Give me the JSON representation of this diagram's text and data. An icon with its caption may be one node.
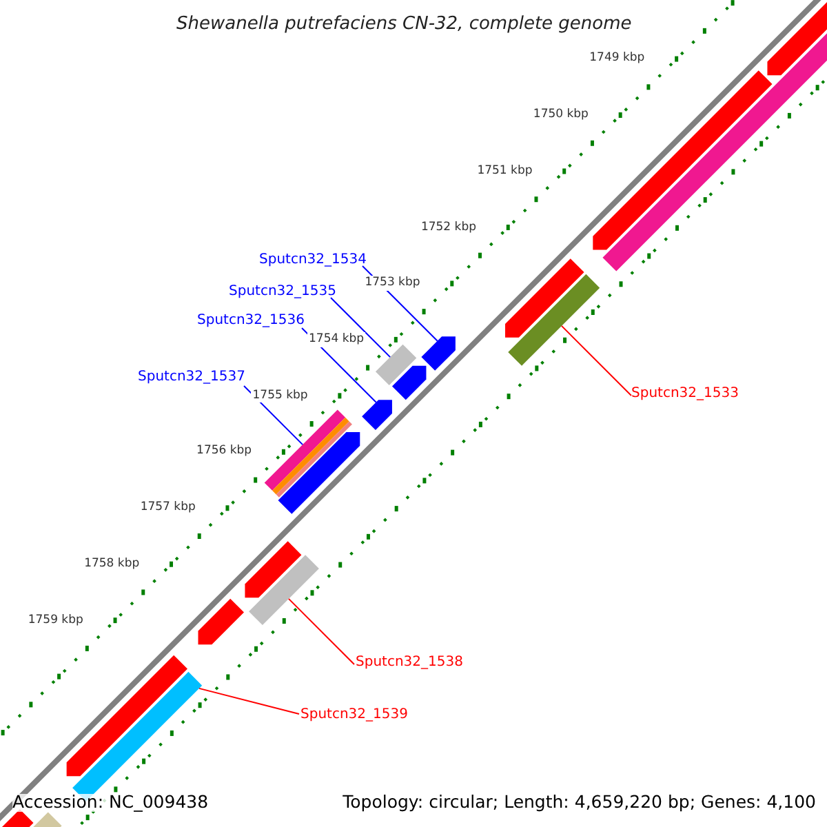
{
  "diagram": {
    "title": "Shewanella putrefaciens CN-32, complete genome",
    "nodes": [
      {
        "text": [
          "Sputcn32_1534"
        ]
      },
      {
        "text": [
          "Sputcn32_1535"
        ]
      },
      {
        "text": [
          "Sputcn32_1536"
        ]
      },
      {
        "text": [
          "Sputcn32_1537"
        ]
      },
      {
        "text": [
          "Sputcn32_1533"
        ]
      },
      {
        "text": [
          "Sputcn32_1538"
        ]
      },
      {
        "text": [
          "Sputcn32_1539"
        ]
      },
      {
        "text": [],
        "shape": "bar"
      },
      {
        "text": [],
        "shape": "bar"
      },
      {
        "text": [],
        "shape": "bar"
      },
      {
        "text": [],
        "shape": "bar"
      },
      {
        "text": [],
        "shape": "bar"
      },
      {
        "text": [],
        "shape": "bar"
      },
      {
        "text": [],
        "shape": "bar"
      },
      {
        "text": [],
        "shape": "bar"
      },
      {
        "text": [],
        "shape": "bar"
      },
      {
        "text": [],
        "shape": "bar"
      },
      {
        "text": [],
        "shape": "bar"
      },
      {
        "text": [],
        "shape": "bar"
      },
      {
        "text": [],
        "shape": "bar"
      },
      {
        "text": [],
        "shape": "bar"
      },
      {
        "text": [],
        "shape": "bar"
      },
      {
        "text": [],
        "shape": "bar"
      },
      {
        "text": [],
        "shape": "bar"
      },
      {
        "text": [],
        "shape": "bar"
      }
    ],
    "edges": [
      {
        "from": 0,
        "to": 12,
        "arrow": "none"
      },
      {
        "from": 1,
        "to": 13,
        "arrow": "none"
      },
      {
        "from": 2,
        "to": 15,
        "arrow": "none"
      },
      {
        "from": 3,
        "to": 16,
        "arrow": "none"
      },
      {
        "from": 4,
        "to": 11,
        "arrow": "none",
        "color": "#ff0000"
      },
      {
        "from": 5,
        "to": 18,
        "arrow": "none",
        "color": "#ff0000"
      },
      {
        "from": 6,
        "to": 21,
        "arrow": "none",
        "color": "#ff0000"
      }
    ],
    "labels": [
      "1749 kbp",
      "1750 kbp",
      "1751 kbp",
      "1752 kbp",
      "1753 kbp",
      "1754 kbp",
      "1755 kbp",
      "1756 kbp",
      "1757 kbp",
      "1758 kbp",
      "1759 kbp",
      "Accession: NC_009438",
      "Topology: circular; Length: 4,659,220 bp; Genes: 4,100"
    ]
  }
}
